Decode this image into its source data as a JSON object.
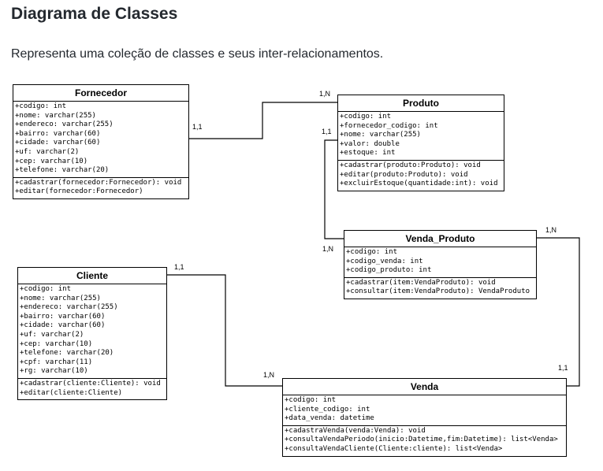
{
  "page": {
    "title": "Diagrama de Classes",
    "subtitle": "Representa uma coleção de classes e seus inter-relacionamentos."
  },
  "classes": {
    "fornecedor": {
      "name": "Fornecedor",
      "attributes": [
        "+codigo: int",
        "+nome: varchar(255)",
        "+endereco: varchar(255)",
        "+bairro: varchar(60)",
        "+cidade: varchar(60)",
        "+uf: varchar(2)",
        "+cep: varchar(10)",
        "+telefone: varchar(20)"
      ],
      "methods": [
        "+cadastrar(fornecedor:Fornecedor): void",
        "+editar(fornecedor:Fornecedor)"
      ]
    },
    "produto": {
      "name": "Produto",
      "attributes": [
        "+codigo: int",
        "+fornecedor_codigo: int",
        "+nome: varchar(255)",
        "+valor: double",
        "+estoque: int"
      ],
      "methods": [
        "+cadastrar(produto:Produto): void",
        "+editar(produto:Produto): void",
        "+excluirEstoque(quantidade:int): void"
      ]
    },
    "venda_produto": {
      "name": "Venda_Produto",
      "attributes": [
        "+codigo: int",
        "+codigo_venda: int",
        "+codigo_produto: int"
      ],
      "methods": [
        "+cadastrar(item:VendaProduto): void",
        "+consultar(item:VendaProduto): VendaProduto"
      ]
    },
    "cliente": {
      "name": "Cliente",
      "attributes": [
        "+codigo: int",
        "+nome: varchar(255)",
        "+endereco: varchar(255)",
        "+bairro: varchar(60)",
        "+cidade: varchar(60)",
        "+uf: varchar(2)",
        "+cep: varchar(10)",
        "+telefone: varchar(20)",
        "+cpf: varchar(11)",
        "+rg: varchar(10)"
      ],
      "methods": [
        "+cadastrar(cliente:Cliente): void",
        "+editar(cliente:Cliente)"
      ]
    },
    "venda": {
      "name": "Venda",
      "attributes": [
        "+codigo: int",
        "+cliente_codigo: int",
        "+data_venda: datetime"
      ],
      "methods": [
        "+cadastraVenda(venda:Venda): void",
        "+consultaVendaPeriodo(inicio:Datetime,fim:Datetime): list<Venda>",
        "+consultaVendaCliente(Cliente:cliente): list<Venda>"
      ]
    }
  },
  "multiplicities": {
    "fornecedor_produto_fornecedor": "1,1",
    "fornecedor_produto_produto": "1,N",
    "produto_vendaproduto_produto": "1,1",
    "produto_vendaproduto_vendaproduto": "1,N",
    "vendaproduto_venda_vendaproduto": "1,N",
    "vendaproduto_venda_venda": "1,1",
    "cliente_venda_cliente": "1,1",
    "cliente_venda_venda": "1,N"
  }
}
